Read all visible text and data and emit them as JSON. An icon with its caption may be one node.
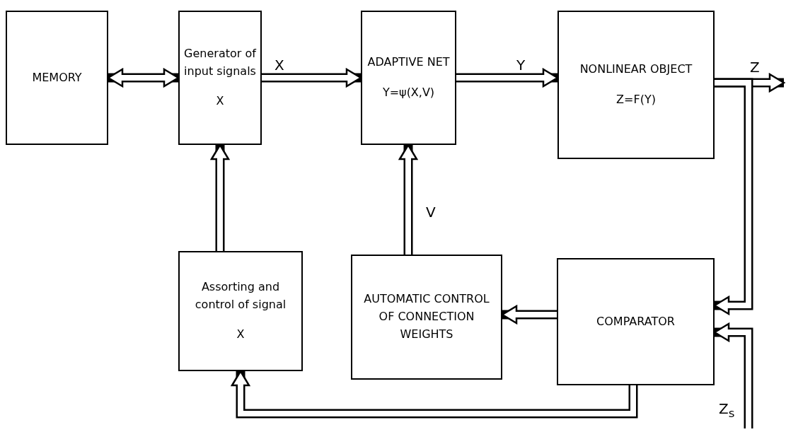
{
  "diagram": {
    "nodes": [
      {
        "text": [
          "MEMORY"
        ]
      },
      {
        "text": [
          "Generator of input signals",
          "X"
        ]
      },
      {
        "text": [
          "ADAPTIVE NET",
          "Y=ψ(X,V)"
        ]
      },
      {
        "text": [
          "NONLINEAR OBJECT",
          "Z=F(Y)"
        ]
      },
      {
        "text": [
          "Assorting and control of signal",
          "X"
        ]
      },
      {
        "text": [
          "AUTOMATIC CONTROL OF CONNECTION WEIGHTS"
        ]
      },
      {
        "text": [
          "COMPARATOR"
        ]
      }
    ],
    "edges": [
      {
        "from": 0,
        "to": 1,
        "arrow": "both"
      },
      {
        "from": 1,
        "to": 2,
        "arrow": "to",
        "label": "X"
      },
      {
        "from": 2,
        "to": 3,
        "arrow": "to",
        "label": "Y"
      },
      {
        "from": 3,
        "to": null,
        "arrow": "to",
        "label": "Z"
      },
      {
        "from": 3,
        "to": 6,
        "arrow": "to"
      },
      {
        "from": null,
        "to": 6,
        "arrow": "to",
        "label": "Z$_{s}$"
      },
      {
        "from": 4,
        "to": 1,
        "arrow": "to"
      },
      {
        "from": 5,
        "to": 2,
        "arrow": "to",
        "label": "V"
      },
      {
        "from": 6,
        "to": 5,
        "arrow": "to"
      },
      {
        "from": 6,
        "to": 4,
        "arrow": "to"
      }
    ]
  }
}
